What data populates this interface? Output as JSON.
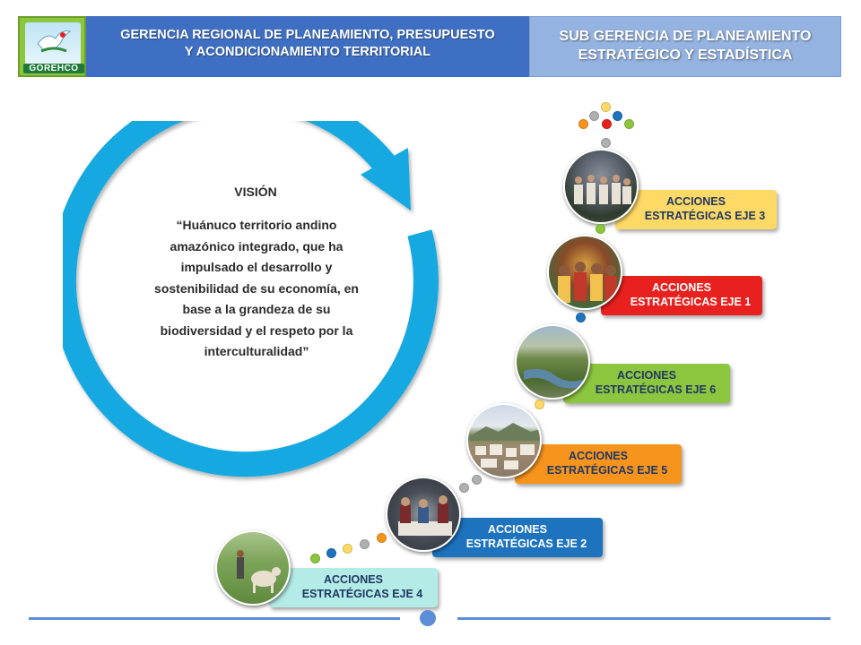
{
  "header": {
    "logo_text": "GOREHCO",
    "main_line1": "GERENCIA REGIONAL DE PLANEAMIENTO, PRESUPUESTO",
    "main_line2": "Y ACONDICIONAMIENTO TERRITORIAL",
    "sub_line1": "SUB GERENCIA DE PLANEAMIENTO",
    "sub_line2": "ESTRATÉGICO Y ESTADÍSTICA"
  },
  "vision": {
    "title": "VISIÓN",
    "text": "“Huánuco territorio andino amazónico integrado, que ha impulsado el desarrollo y sostenibilidad de su economía, en base a la grandeza de su biodiversidad y el respeto por la interculturalidad”"
  },
  "actions": [
    {
      "line1": "ACCIONES",
      "line2": "ESTRATÉGICAS EJE 3",
      "color": "#ffd966",
      "text_color": "#1f3864"
    },
    {
      "line1": "ACCIONES",
      "line2": "ESTRATÉGICAS EJE 1",
      "color": "#e8211e",
      "text_color": "#ffffff"
    },
    {
      "line1": "ACCIONES",
      "line2": "ESTRATÉGICAS EJE 6",
      "color": "#8cc63f",
      "text_color": "#1f3864"
    },
    {
      "line1": "ACCIONES",
      "line2": "ESTRATÉGICAS EJE 5",
      "color": "#f7941d",
      "text_color": "#1f3864"
    },
    {
      "line1": "ACCIONES",
      "line2": "ESTRATÉGICAS EJE 2",
      "color": "#1e73be",
      "text_color": "#ffffff"
    },
    {
      "line1": "ACCIONES",
      "line2": "ESTRATÉGICAS EJE 4",
      "color": "#b3ece6",
      "text_color": "#1f3864"
    }
  ],
  "colors": {
    "ring": "#17a9e1",
    "header_main": "#3f6fc2",
    "header_sub": "#95b3e0",
    "footer": "#5b8ed6"
  }
}
